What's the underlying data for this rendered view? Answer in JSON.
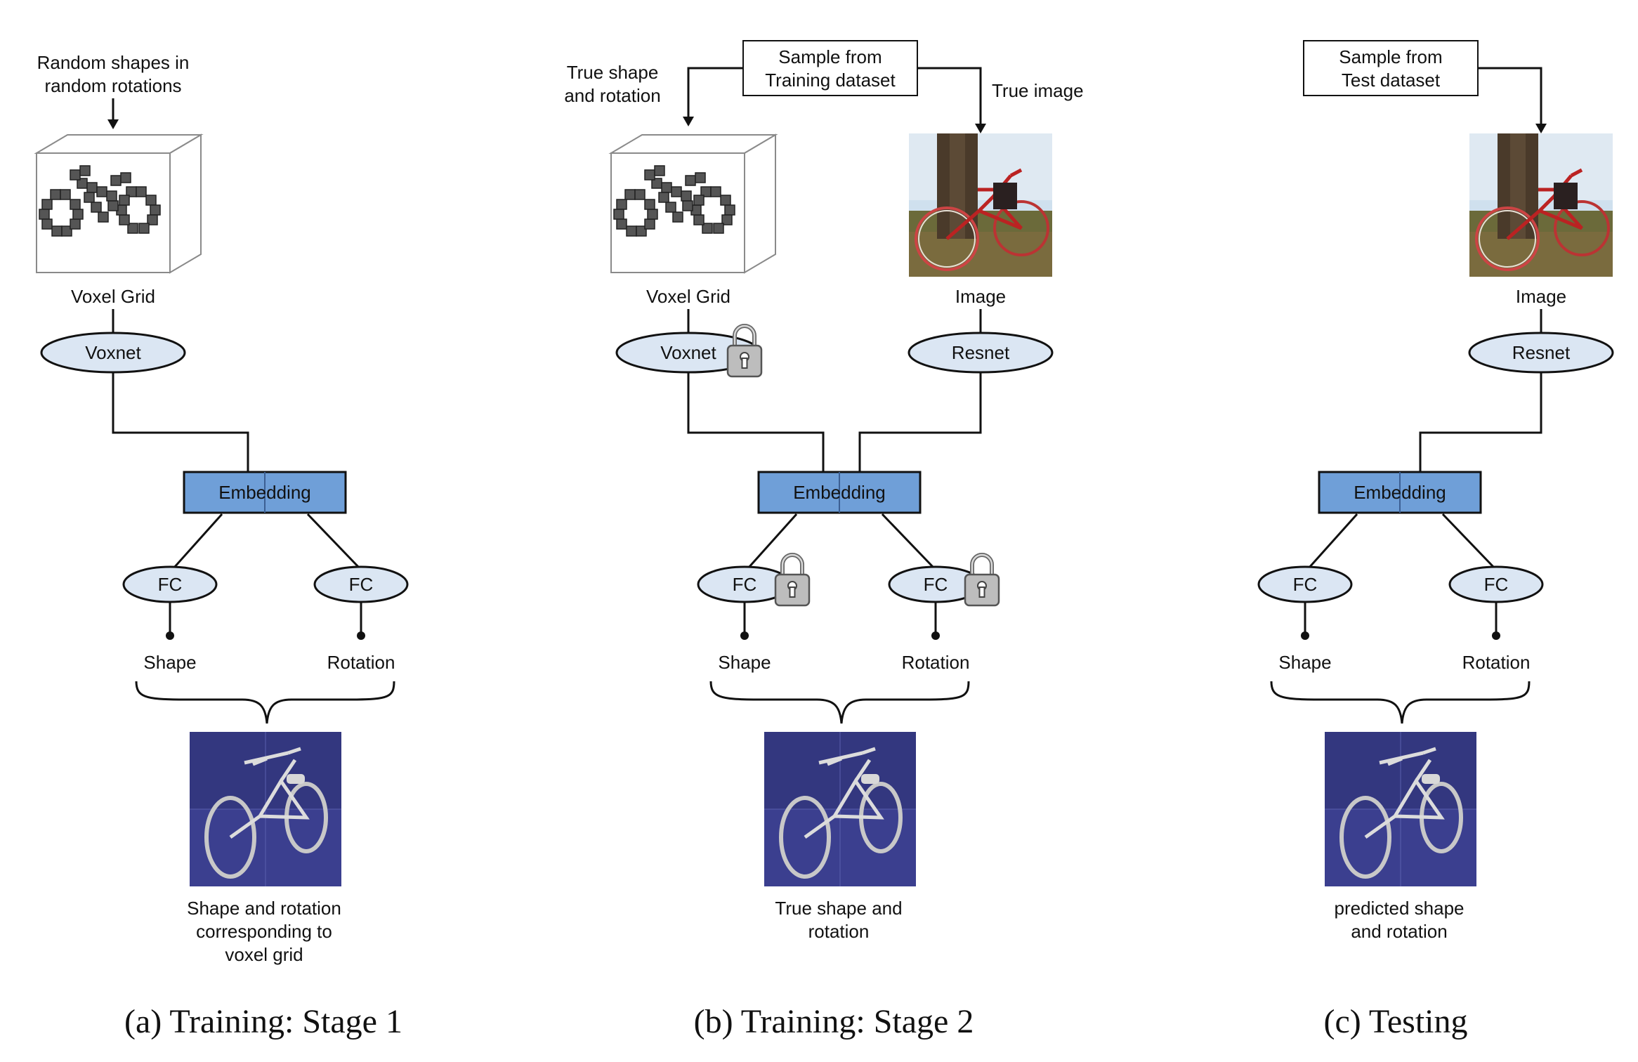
{
  "panels": [
    {
      "caption": "(a) Training: Stage 1",
      "top_label_left": "Random shapes in\nrandom rotations",
      "voxel_label": "Voxel Grid",
      "voxnet_label": "Voxnet",
      "embedding_label": "Embedding",
      "fc_left_label": "FC",
      "fc_right_label": "FC",
      "shape_label": "Shape",
      "rotation_label": "Rotation",
      "output_label": "Shape and rotation\ncorresponding to\nvoxel grid"
    },
    {
      "caption": "(b) Training: Stage 2",
      "sample_box_label": "Sample from\nTraining dataset",
      "true_shape_label": "True shape\nand rotation",
      "true_image_label": "True image",
      "voxel_label": "Voxel Grid",
      "image_label": "Image",
      "voxnet_label": "Voxnet",
      "resnet_label": "Resnet",
      "embedding_label": "Embedding",
      "fc_left_label": "FC",
      "fc_right_label": "FC",
      "shape_label": "Shape",
      "rotation_label": "Rotation",
      "output_label": "True shape and\nrotation"
    },
    {
      "caption": "(c) Testing",
      "sample_box_label": "Sample from\nTest dataset",
      "image_label": "Image",
      "resnet_label": "Resnet",
      "embedding_label": "Embedding",
      "fc_left_label": "FC",
      "fc_right_label": "FC",
      "shape_label": "Shape",
      "rotation_label": "Rotation",
      "output_label": "predicted shape\nand rotation"
    }
  ],
  "colors": {
    "ellipse_fill": "#dbe6f3",
    "embedding_fill": "#6f9fd8",
    "render_bg": "#3b3f8f",
    "lock_fill": "#bdbdbd"
  },
  "icons": [
    "voxel-bicycle-icon",
    "photo-bicycle-icon",
    "rendered-bicycle-icon",
    "padlock-icon"
  ]
}
